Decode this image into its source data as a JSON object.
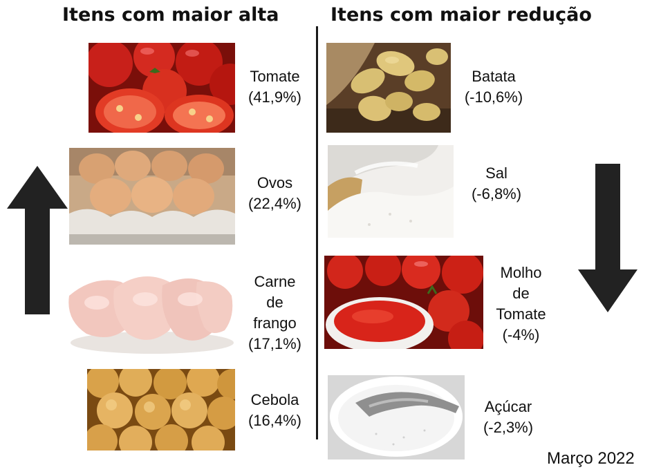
{
  "headings": {
    "increase": "Itens com maior alta",
    "decrease": "Itens com maior redução"
  },
  "increase_items": [
    {
      "name": "Tomate",
      "change": "(41,9%)",
      "value": 41.9,
      "icon": "tomato-photo"
    },
    {
      "name": "Ovos",
      "change": "(22,4%)",
      "value": 22.4,
      "icon": "eggs-photo"
    },
    {
      "name_lines": [
        "Carne",
        "de",
        "frango"
      ],
      "change": "(17,1%)",
      "value": 17.1,
      "icon": "chicken-photo"
    },
    {
      "name": "Cebola",
      "change": "(16,4%)",
      "value": 16.4,
      "icon": "onion-photo"
    }
  ],
  "decrease_items": [
    {
      "name": "Batata",
      "change": "(-10,6%)",
      "value": -10.6,
      "icon": "potato-photo"
    },
    {
      "name": "Sal",
      "change": "(-6,8%)",
      "value": -6.8,
      "icon": "salt-photo"
    },
    {
      "name_lines": [
        "Molho",
        "de",
        "Tomate"
      ],
      "change": "(-4%)",
      "value": -4,
      "icon": "tomato-sauce-photo"
    },
    {
      "name": "Açúcar",
      "change": "(-2,3%)",
      "value": -2.3,
      "icon": "sugar-photo"
    }
  ],
  "icons": {
    "increase_arrow": "arrow-up-icon",
    "decrease_arrow": "arrow-down-icon"
  },
  "colors": {
    "arrow": "#222222",
    "text": "#111111"
  },
  "footer": {
    "date": "Março 2022"
  }
}
